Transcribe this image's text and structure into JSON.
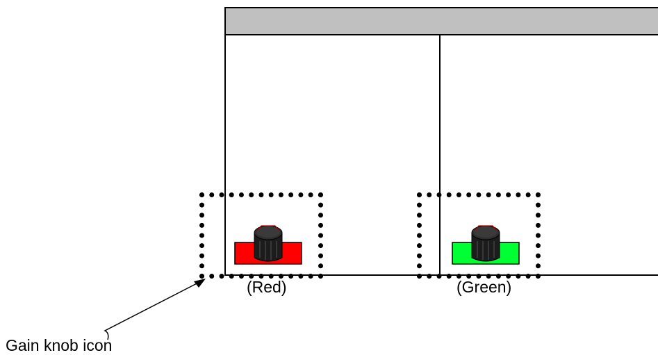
{
  "channels": [
    {
      "label": "(Red)",
      "color": "#ff0000"
    },
    {
      "label": "(Green)",
      "color": "#00ff33"
    }
  ],
  "annotation": {
    "label": "Gain knob icon"
  },
  "colors": {
    "titlebar": "#c0c0c0",
    "knob": "#1c1c1c"
  }
}
